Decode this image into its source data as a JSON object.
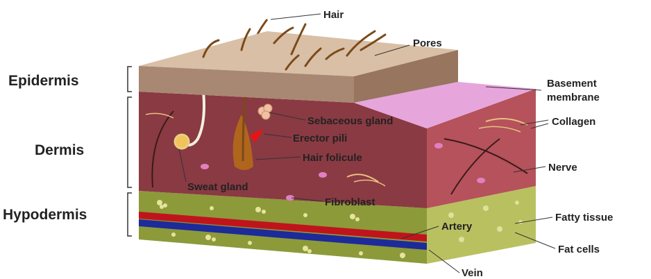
{
  "layers": {
    "epidermis": "Epidermis",
    "dermis": "Dermis",
    "hypodermis": "Hypodermis"
  },
  "labels": {
    "hair": "Hair",
    "pores": "Pores",
    "basement_line1": "Basement",
    "basement_line2": "membrane",
    "sebaceous": "Sebaceous gland",
    "collagen": "Collagen",
    "erector": "Erector pili",
    "follicle": "Hair folicule",
    "nerve": "Nerve",
    "sweat": "Sweat gland",
    "fibroblast": "Fibroblast",
    "fatty": "Fatty tissue",
    "artery": "Artery",
    "fatcells": "Fat cells",
    "vein": "Vein"
  },
  "colors": {
    "epidermis_top": "#d9bfa6",
    "epidermis_front": "#a88872",
    "dermis_front": "#8a3a43",
    "dermis_side": "#b5525b",
    "basement": "#e6a6dc",
    "hypodermis_front": "#8c9a3a",
    "hypodermis_side": "#b9c060",
    "artery": "#c0141c",
    "vein": "#1d2a9a",
    "hair": "#7a4a1a"
  }
}
